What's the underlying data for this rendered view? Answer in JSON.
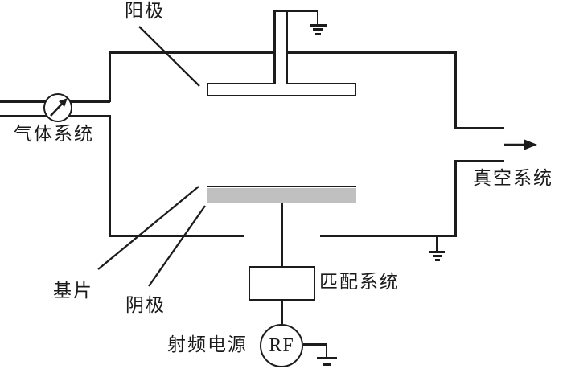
{
  "diagram": {
    "type": "rf-sputtering-system-schematic",
    "labels": {
      "anode": "阳极",
      "gas_system": "气体系统",
      "vacuum_system": "真空系统",
      "substrate": "基片",
      "cathode": "阴极",
      "matching_system": "匹配系统",
      "rf_power_supply": "射频电源",
      "rf_source": "RF"
    },
    "icons": {
      "gauge": "pressure-gauge-icon",
      "ground": "ground-icon",
      "flow_arrow": "right-arrow-icon"
    },
    "colors": {
      "line": "#1c1c1c",
      "cathode_fill": "#c0c0c0",
      "background": "#ffffff"
    }
  }
}
